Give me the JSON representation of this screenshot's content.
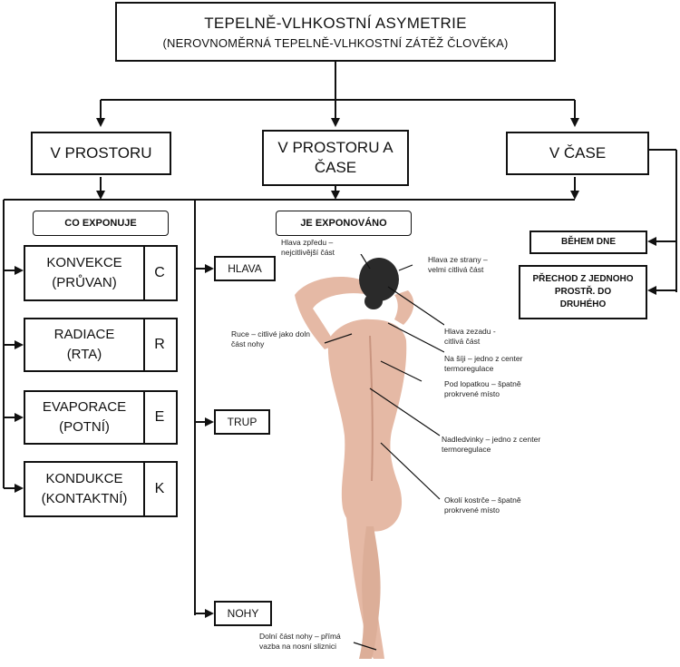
{
  "title": {
    "main": "TEPELNĚ-VLHKOSTNÍ ASYMETRIE",
    "sub": "(NEROVNOMĚRNÁ TEPELNĚ-VLHKOSTNÍ ZÁTĚŽ ČLOVĚKA)"
  },
  "branches": {
    "space": "V PROSTORU",
    "space_time_1": "V PROSTORU A",
    "space_time_2": "ČASE",
    "time": "V ČASE"
  },
  "labels": {
    "exposes": "CO EXPONUJE",
    "exposed": "JE EXPONOVÁNO"
  },
  "mechanisms": [
    {
      "name_1": "KONVEKCE",
      "name_2": "(PRŮVAN)",
      "code": "C"
    },
    {
      "name_1": "RADIACE",
      "name_2": "(RTA)",
      "code": "R"
    },
    {
      "name_1": "EVAPORACE",
      "name_2": "(POTNÍ)",
      "code": "E"
    },
    {
      "name_1": "KONDUKCE",
      "name_2": "(KONTAKTNÍ)",
      "code": "K"
    }
  ],
  "body_parts": {
    "head": "HLAVA",
    "trunk": "TRUP",
    "legs": "NOHY"
  },
  "time_items": {
    "during_day": "BĚHEM DNE",
    "transition_1": "PŘECHOD Z JEDNOHO",
    "transition_2": "PROSTŘ. DO",
    "transition_3": "DRUHÉHO"
  },
  "annotations": {
    "head_front_1": "Hlava zpředu –",
    "head_front_2": "nejcitlivější část",
    "head_side_1": "Hlava ze strany –",
    "head_side_2": "velmi citlivá část",
    "hands_1": "Ruce – citlivé jako doln",
    "hands_2": "část nohy",
    "head_back_1": "Hlava zezadu -",
    "head_back_2": "citlivá část",
    "neck_1": "Na šíji – jedno z center",
    "neck_2": "termoregulace",
    "shoulder_1": "Pod lopatkou – špatně",
    "shoulder_2": "prokrvené místo",
    "adrenal_1": "Nadledvinky – jedno z center",
    "adrenal_2": "termoregulace",
    "coccyx_1": "Okolí kostrče – špatně",
    "coccyx_2": "prokrvené místo",
    "foot_1": "Dolní část nohy – přímá",
    "foot_2": "vazba na nosní sliznici"
  },
  "colors": {
    "skin": "#e5b9a5",
    "skin_shadow": "#c99580",
    "hair": "#2a2a2a",
    "line": "#111111"
  }
}
